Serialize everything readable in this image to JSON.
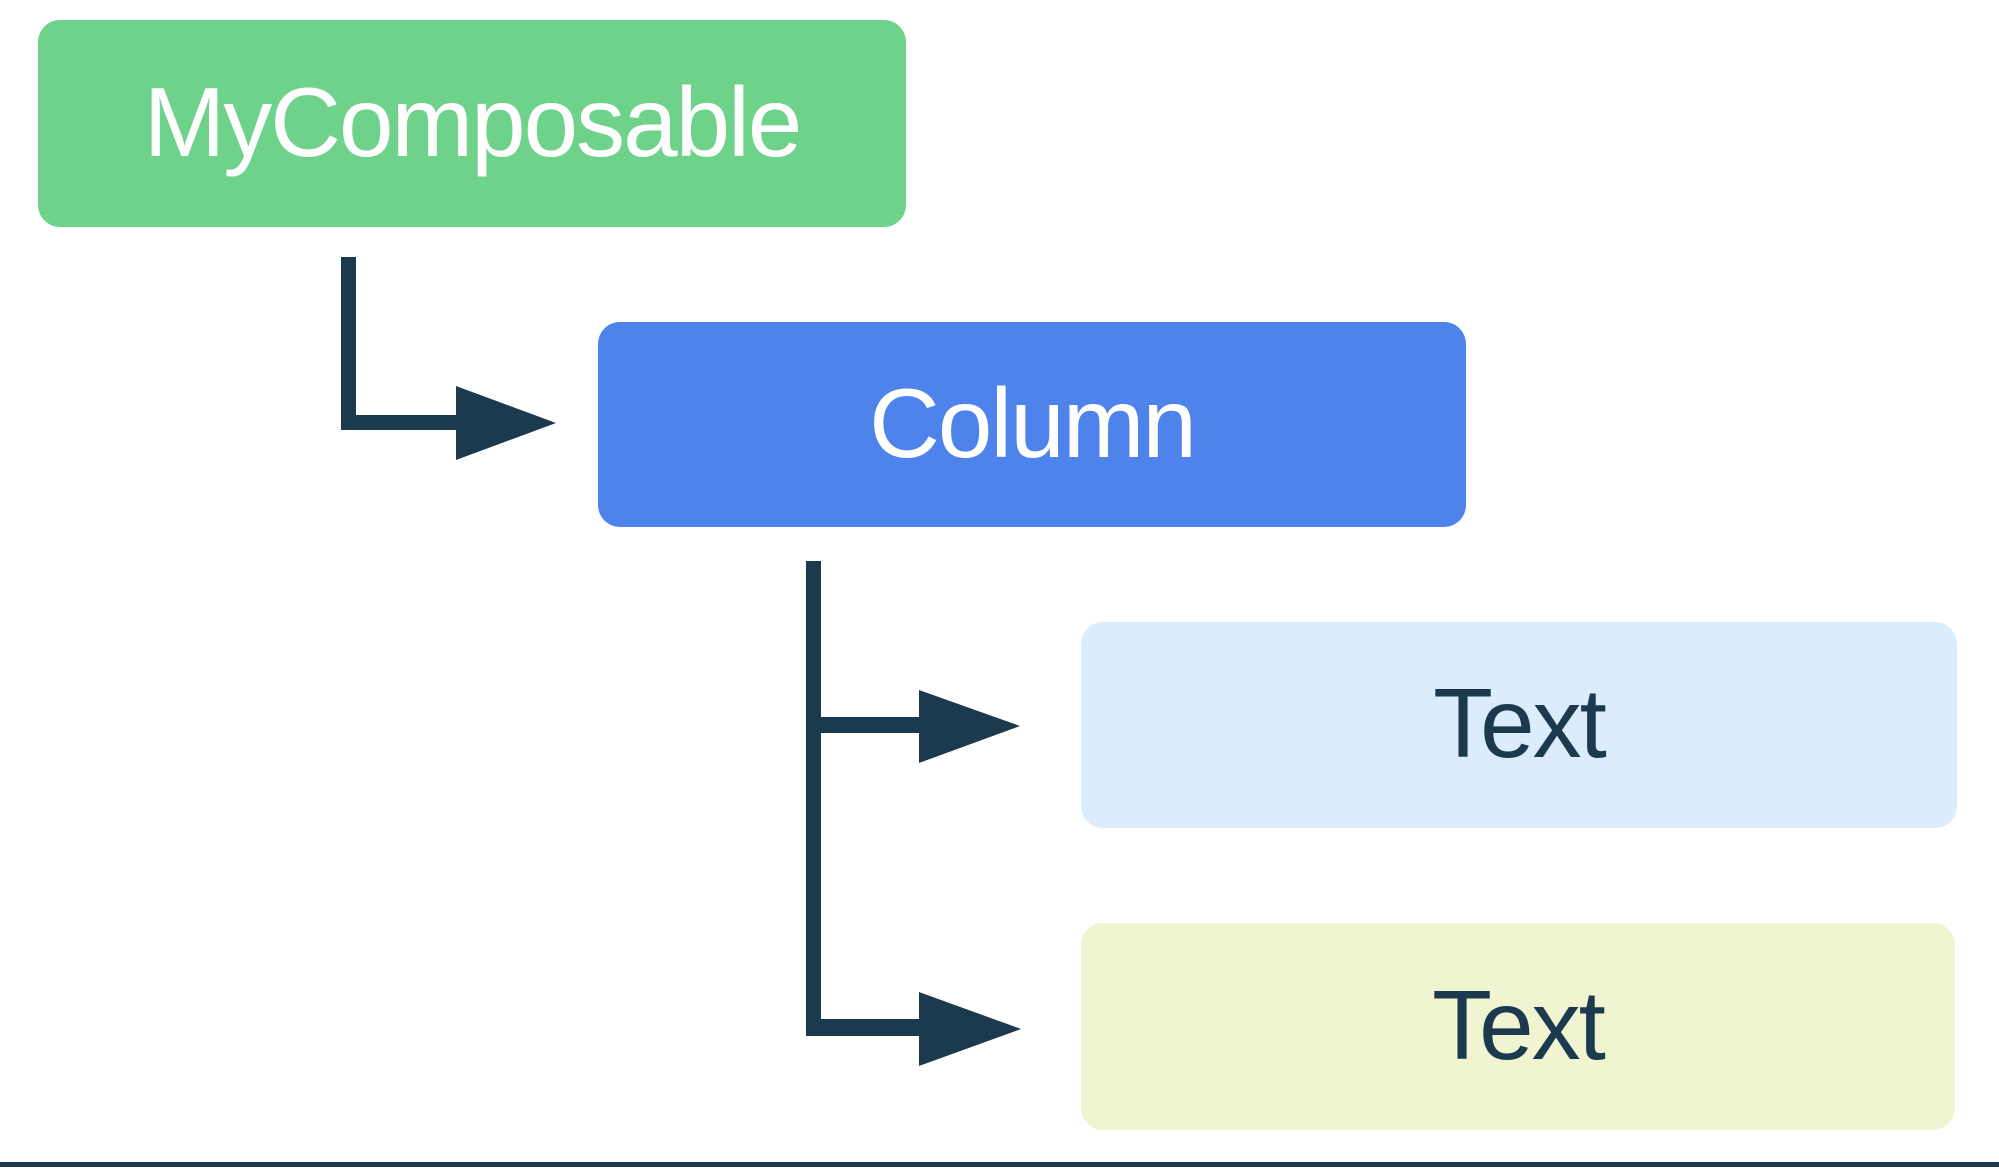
{
  "diagram": {
    "type": "compose-ui-tree",
    "nodes": {
      "root": {
        "label": "MyComposable",
        "bg": "#6fd28b",
        "text_color": "#ffffff"
      },
      "column": {
        "label": "Column",
        "bg": "#4d83ea",
        "text_color": "#ffffff"
      },
      "text1": {
        "label": "Text",
        "bg": "#dbecfc",
        "text_color": "#1c3a4e"
      },
      "text2": {
        "label": "Text",
        "bg": "#f0f4d1",
        "text_color": "#1c3a4e"
      }
    },
    "edges": [
      {
        "from": "MyComposable",
        "to": "Column"
      },
      {
        "from": "Column",
        "to": "Text (first child)"
      },
      {
        "from": "Column",
        "to": "Text (second child)"
      }
    ],
    "colors": {
      "arrow": "#1b3a4d",
      "background": "#ffffff",
      "bottom_rule": "#1b3a4d"
    }
  }
}
